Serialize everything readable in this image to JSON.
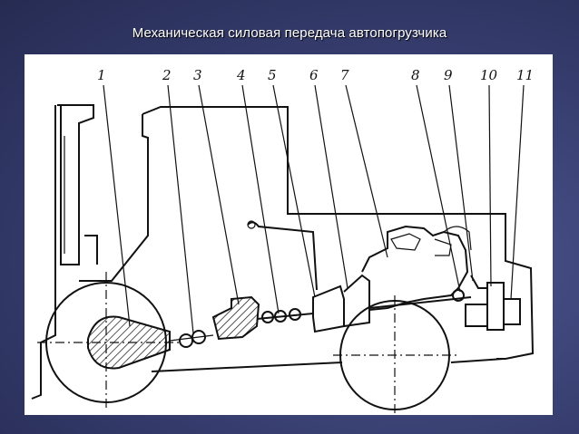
{
  "slide": {
    "title": "Механическая силовая передача автопогрузчика"
  },
  "diagram": {
    "callouts": [
      "1",
      "2",
      "3",
      "4",
      "5",
      "6",
      "7",
      "8",
      "9",
      "10",
      "11"
    ]
  },
  "colors": {
    "background": "#363d6e",
    "panel": "#ffffff",
    "ink": "#111111",
    "title_text": "#ffffff"
  }
}
